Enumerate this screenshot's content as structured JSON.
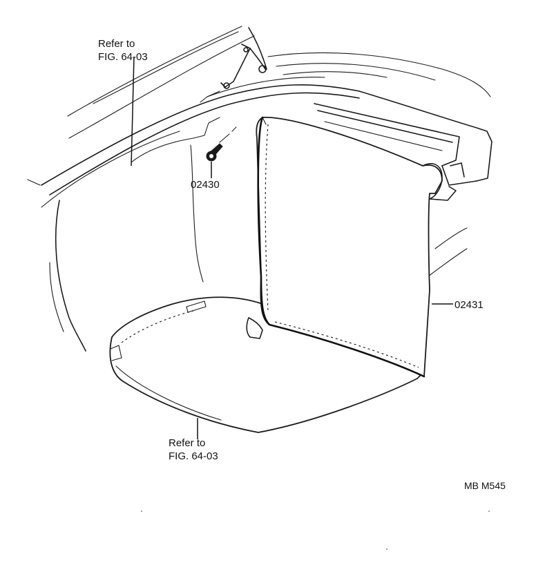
{
  "callouts": {
    "refer_top_line1": "Refer to",
    "refer_top_line2": "FIG. 64-03",
    "refer_bottom_line1": "Refer to",
    "refer_bottom_line2": "FIG. 64-03",
    "part_screw": "02430",
    "part_cover": "02431"
  },
  "figure_code": "MB M545",
  "icons": {
    "screw": "screw-icon",
    "trunk_cover": "trunk-side-cover-icon",
    "hinge": "trunk-hinge-icon"
  }
}
